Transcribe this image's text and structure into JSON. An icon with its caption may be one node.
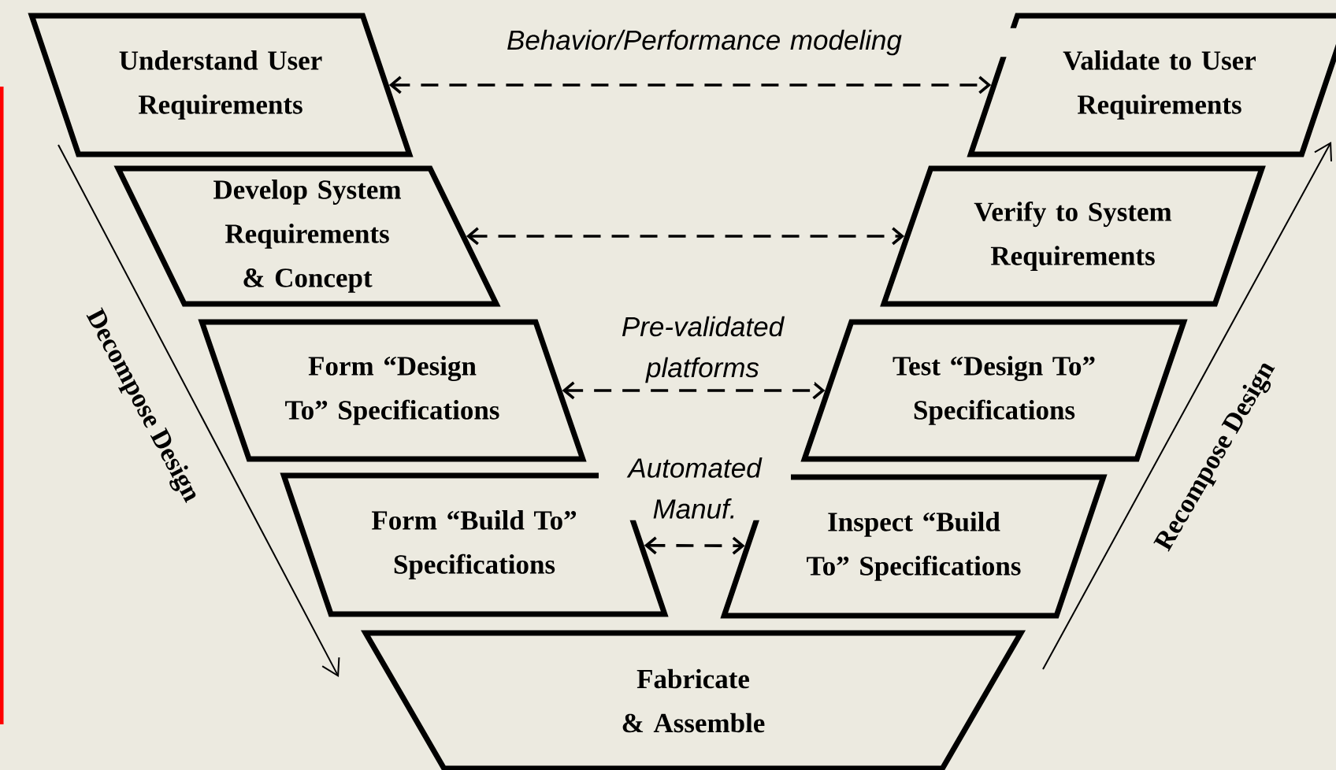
{
  "diagram": {
    "nodes": [
      {
        "text": [
          "Understand User Requirements"
        ]
      },
      {
        "text": [
          "Develop System Requirements & Concept"
        ]
      },
      {
        "text": [
          "Form “Design To” Specifications"
        ]
      },
      {
        "text": [
          "Form “Build To” Specifications"
        ]
      },
      {
        "text": [
          "Fabricate & Assemble"
        ]
      },
      {
        "text": [
          "Validate to User Requirements"
        ]
      },
      {
        "text": [
          "Verify to System Requirements"
        ]
      },
      {
        "text": [
          "Test “Design To” Specifications"
        ]
      },
      {
        "text": [
          "Inspect “Build To” Specifications"
        ]
      }
    ],
    "edges": [
      {
        "from": 0,
        "to": 5,
        "arrow": "both",
        "style": "dashed",
        "label": "Behavior/Performance modeling"
      },
      {
        "from": 1,
        "to": 6,
        "arrow": "both",
        "style": "dashed"
      },
      {
        "from": 2,
        "to": 7,
        "arrow": "both",
        "style": "dashed",
        "label": "Pre-validated platforms"
      },
      {
        "from": 3,
        "to": 8,
        "arrow": "both",
        "style": "dashed",
        "label": "Automated Manuf."
      }
    ],
    "labels": [
      "Decompose Design",
      "Recompose Design"
    ]
  }
}
